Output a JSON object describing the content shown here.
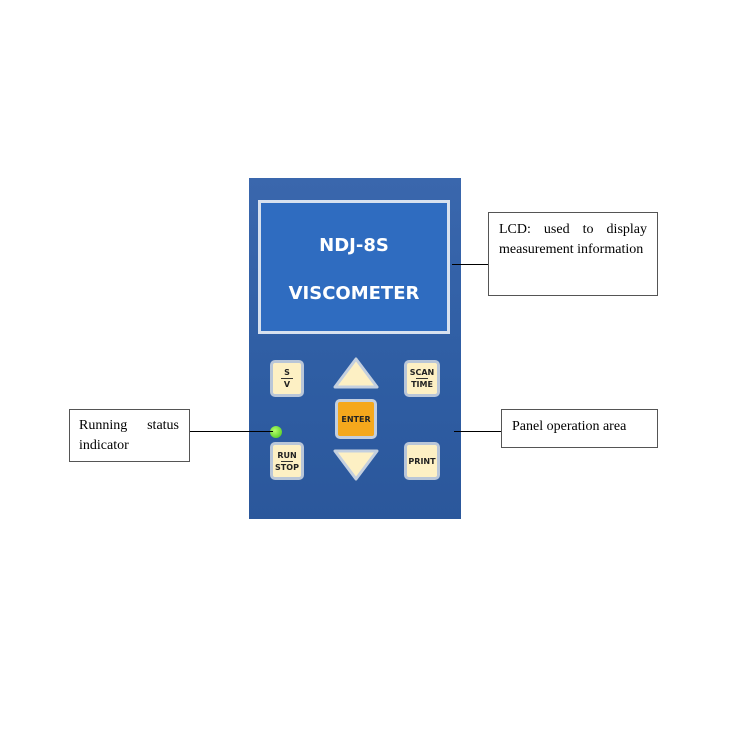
{
  "lcd": {
    "line1": "NDJ-8S",
    "line2": "VISCOMETER"
  },
  "keys": {
    "sv_top": "S",
    "sv_bottom": "V",
    "scan_top": "SCAN",
    "scan_bottom": "TIME",
    "enter": "ENTER",
    "run_top": "RUN",
    "run_bottom": "STOP",
    "print": "PRINT"
  },
  "callouts": {
    "lcd": "LCD: used to display measurement information",
    "status": "Running status indicator",
    "panel": "Panel operation area"
  },
  "colors": {
    "panel": "#2f5ea4",
    "lcd": "#2f6cc0",
    "key": "#fdf0c4",
    "enter": "#f5a81c",
    "led": "#3fc21a"
  }
}
